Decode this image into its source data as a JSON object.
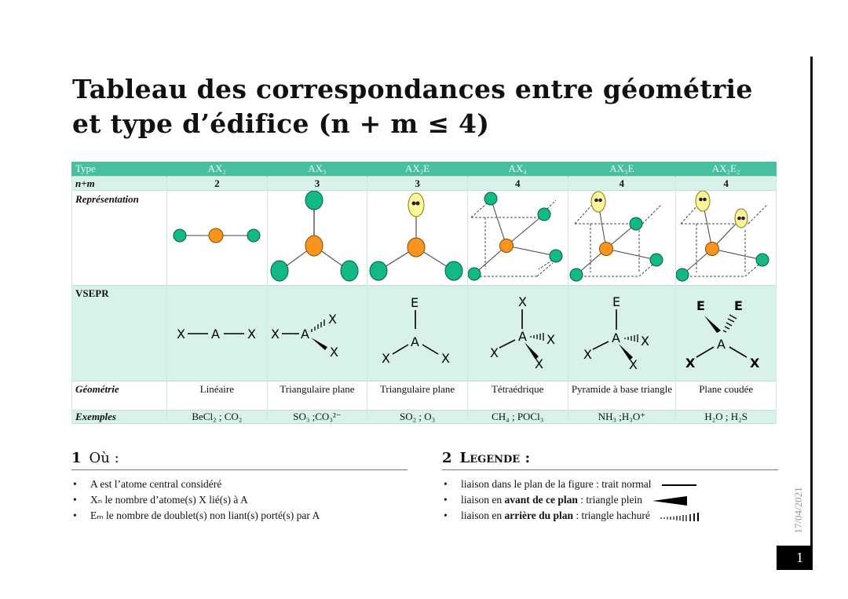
{
  "page": {
    "title_line1": "Tableau des correspondances entre géométrie",
    "title_line2": "et type d’édifice (n + m ≤ 4)",
    "date": "17/04/2021",
    "page_number": "1"
  },
  "table": {
    "row_labels": {
      "type": "Type",
      "nm": "n+m",
      "representation": "Représentation",
      "vsepr": "VSEPR",
      "geometry": "Géométrie",
      "examples": "Exemples"
    },
    "columns": [
      {
        "type": "AX₂",
        "nm": "2",
        "geometry": "Linéaire",
        "examples": "BeCl₂ ; CO₂"
      },
      {
        "type": "AX₃",
        "nm": "3",
        "geometry": "Triangulaire plane",
        "examples": "SO₃ ;CO₃²⁻"
      },
      {
        "type": "AX₂E",
        "nm": "3",
        "geometry": "Triangulaire plane",
        "examples": "SO₂ ; O₃"
      },
      {
        "type": "AX₄",
        "nm": "4",
        "geometry": "Tétraédrique",
        "examples": "CH₄ ; POCl₃"
      },
      {
        "type": "AX₃E",
        "nm": "4",
        "geometry": "Pyramide à base triangle",
        "examples": "NH₃ ;H₃O⁺"
      },
      {
        "type": "AX₂E₂",
        "nm": "4",
        "geometry": "Plane coudée",
        "examples": "H₂O ; H₂S"
      }
    ],
    "vsepr_atoms": {
      "central": "A",
      "ligand": "X",
      "lone_pair": "E"
    },
    "colors": {
      "header": "#48bfa0",
      "band": "#d8f1ea",
      "ligand": "#12b886",
      "central": "#f7941d",
      "lone_pair": "#fdf59b"
    }
  },
  "section1": {
    "number": "1",
    "heading": "Où :",
    "items": [
      "A est l’atome central considéré",
      "Xₙ le nombre d’atome(s) X lié(s) à A",
      "Eₘ le nombre de doublet(s) non liant(s) porté(s) par A"
    ]
  },
  "section2": {
    "number": "2",
    "heading": "Legende :",
    "items": [
      {
        "pre": "liaison dans le plan de la figure : trait normal",
        "bold": "",
        "post": "",
        "symbol": "solid-line"
      },
      {
        "pre": "liaison en ",
        "bold": "avant de ce plan",
        "post": " : triangle plein",
        "symbol": "filled-wedge"
      },
      {
        "pre": "liaison en ",
        "bold": "arrière du plan",
        "post": " : triangle hachuré",
        "symbol": "hashed-wedge"
      }
    ]
  }
}
